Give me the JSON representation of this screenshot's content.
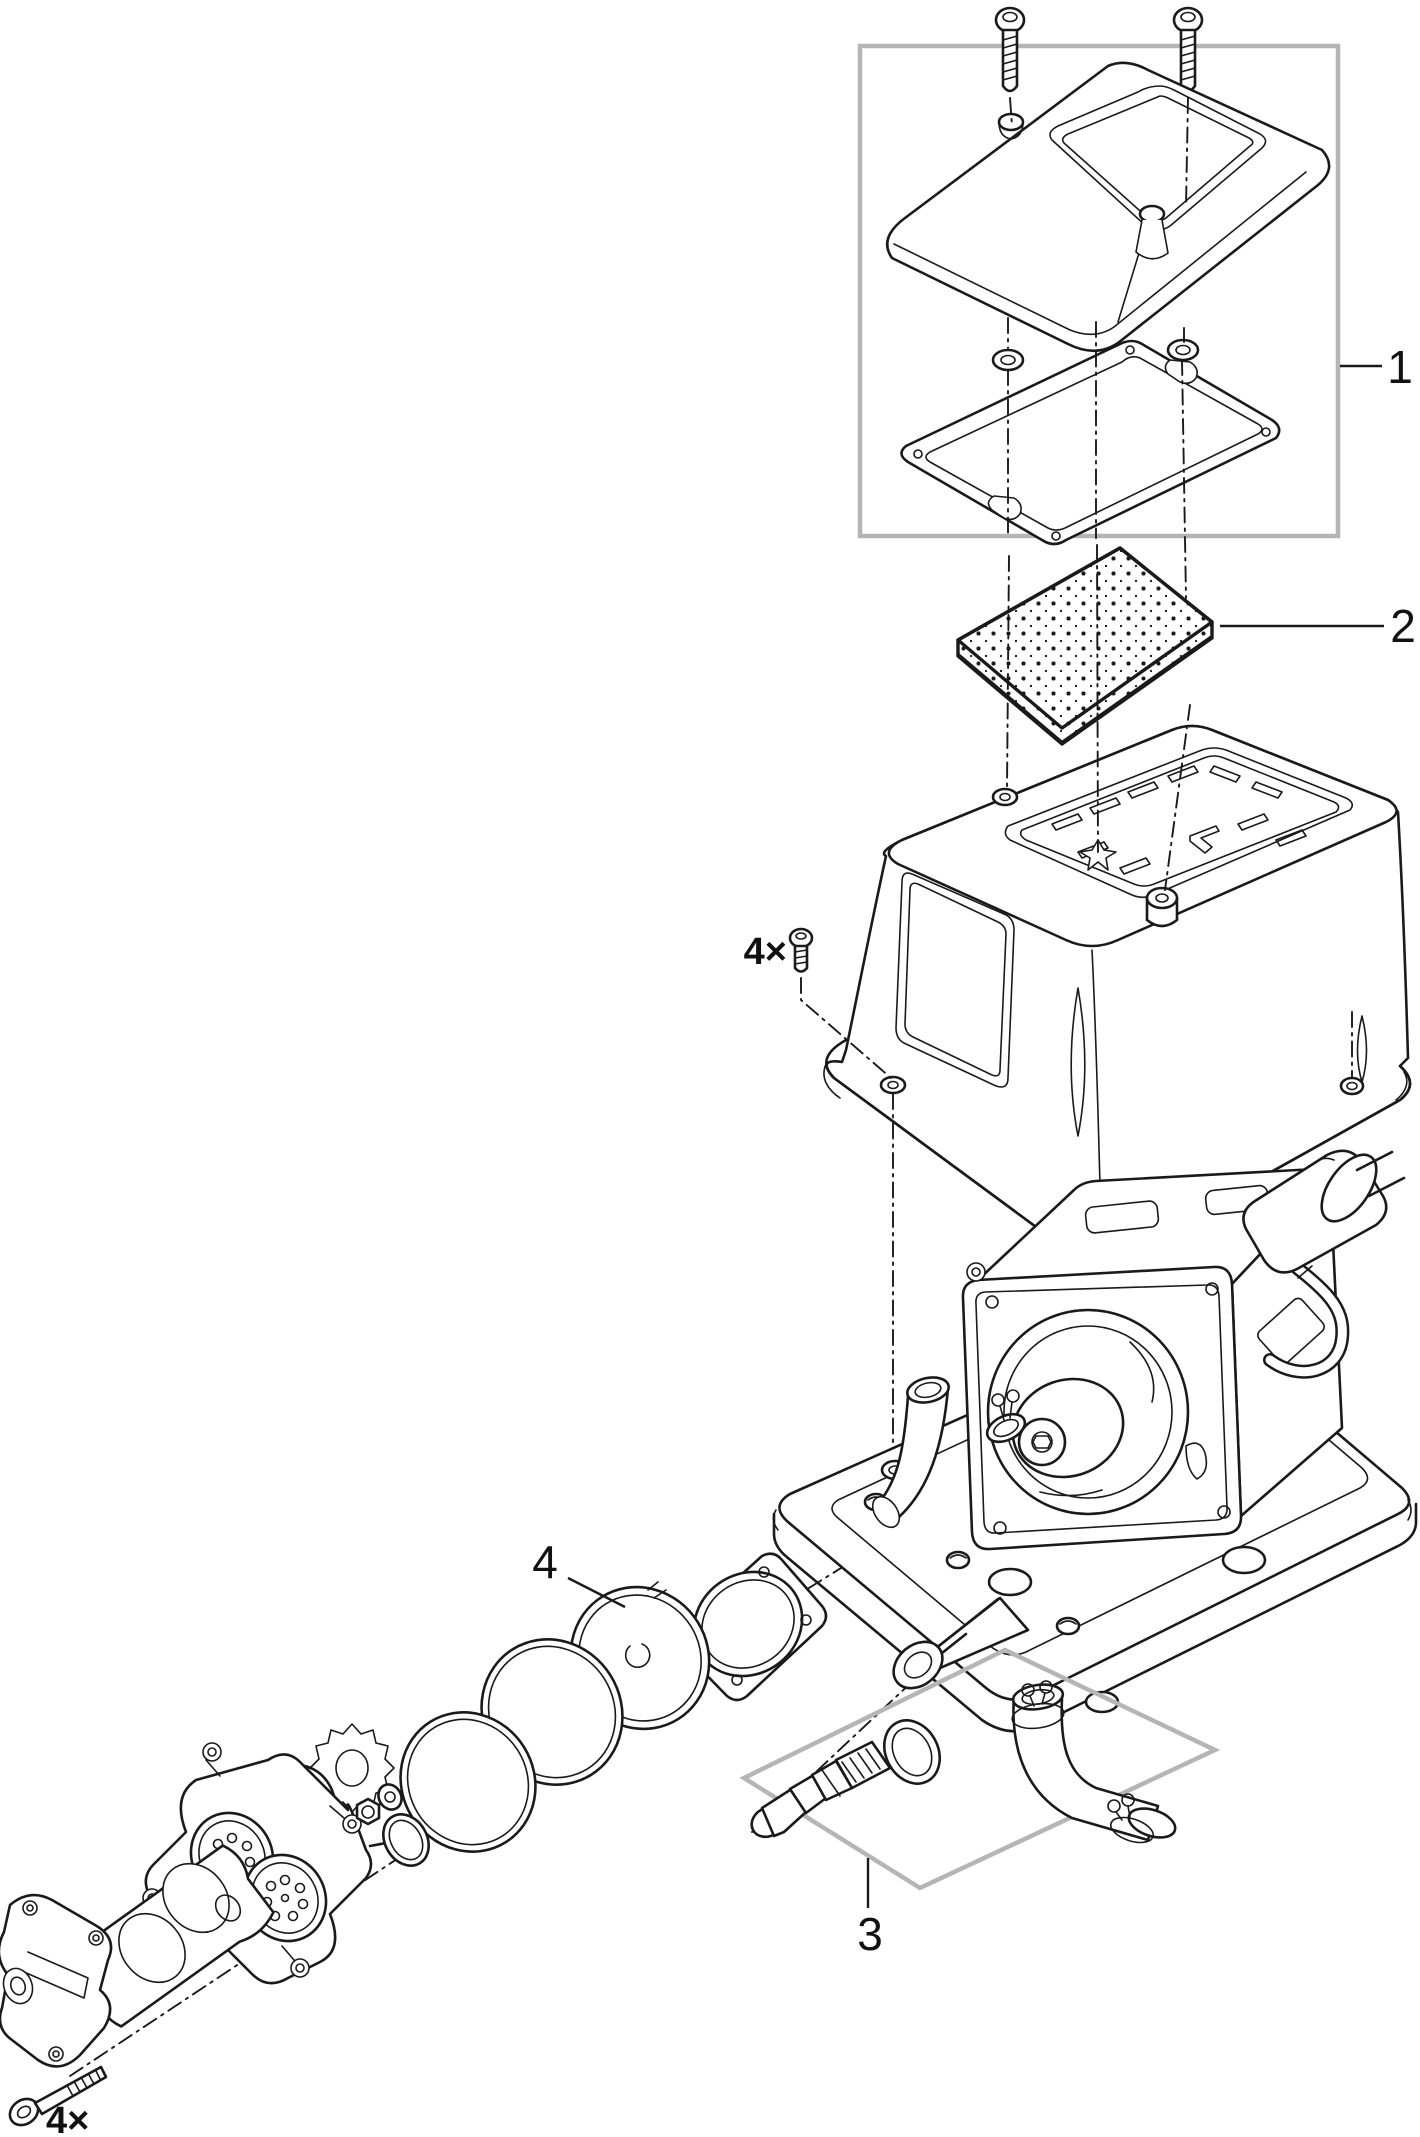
{
  "diagram": {
    "background_color": "#ffffff",
    "line_color": "#1a1a1a",
    "frame_color": "#b5b5b5",
    "callouts": {
      "part1": "1",
      "part2": "2",
      "part3": "3",
      "part4": "4"
    },
    "quantity_labels": {
      "housing_screws": "4×",
      "pump_head_screws": "4×"
    }
  }
}
